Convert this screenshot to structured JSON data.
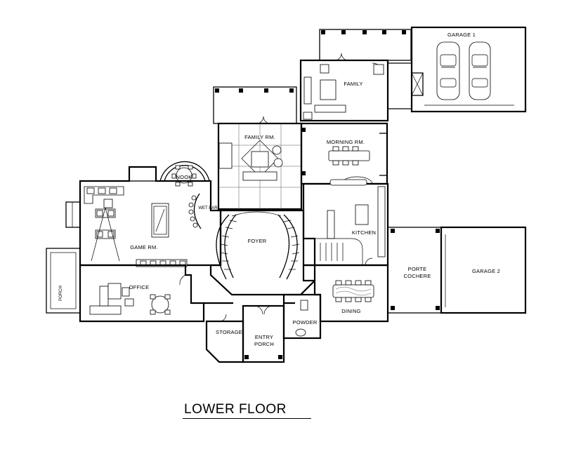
{
  "plan": {
    "title": "LOWER FLOOR",
    "rooms": {
      "garage_1": "GARAGE 1",
      "family": "FAMILY",
      "family_rm": "FAMILY RM.",
      "morning_rm": "MORNING RM.",
      "nook": "NOOK",
      "game_rm": "GAME RM.",
      "foyer": "FOYER",
      "kitchen": "KITCHEN",
      "porte_cochere_1": "PORTE",
      "porte_cochere_2": "COCHERE",
      "garage_2": "GARAGE 2",
      "office": "OFFICE",
      "dining": "DINING",
      "storage": "STORAGE",
      "powder": "POWDER",
      "entry_porch_1": "ENTRY",
      "entry_porch_2": "PORCH",
      "wet_bar": "WET BAR",
      "porch": "PORCH"
    }
  }
}
